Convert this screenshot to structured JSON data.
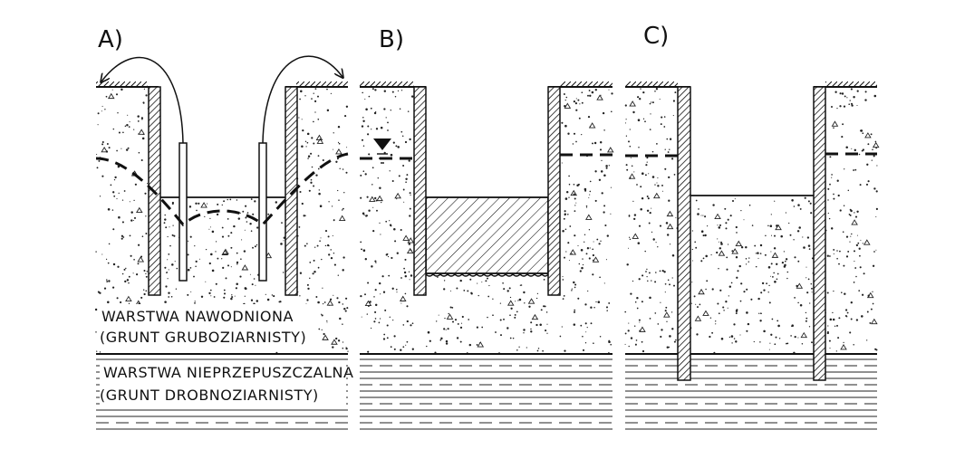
{
  "panels": {
    "a": {
      "label": "A)"
    },
    "b": {
      "label": "B)"
    },
    "c": {
      "label": "C)"
    }
  },
  "layers": {
    "aquifer_title": "WARSTWA NAWODNIONA",
    "aquifer_subtitle": "(GRUNT GRUBOZIARNISTY)",
    "aquitard_title": "WARSTWA NIEPRZEPUSZCZALNA",
    "aquitard_subtitle": "(GRUNT DROBNOZIARNISTY)"
  },
  "colors": {
    "ink": "#111111",
    "paper": "#ffffff"
  }
}
